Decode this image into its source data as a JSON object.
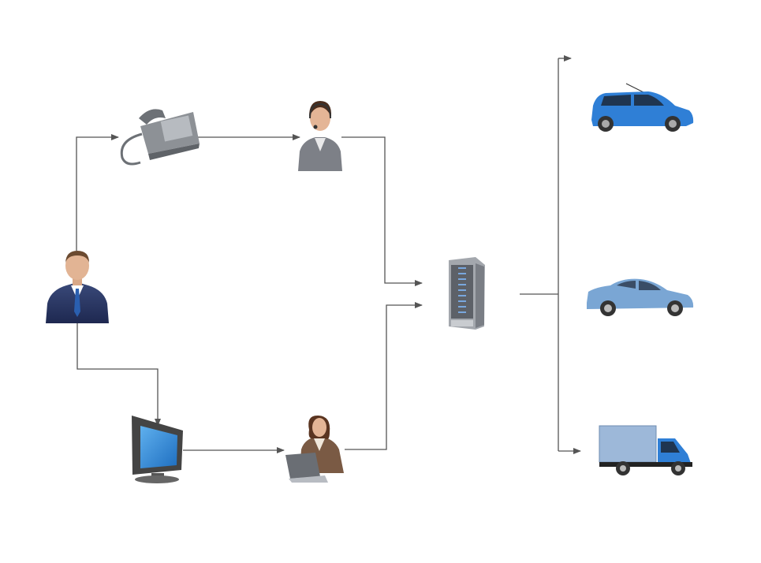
{
  "diagram": {
    "nodes": [
      {
        "id": "customer",
        "icon": "businessman-icon"
      },
      {
        "id": "phone",
        "icon": "desk-phone-icon"
      },
      {
        "id": "call-operator",
        "icon": "operator-headset-icon"
      },
      {
        "id": "computer",
        "icon": "monitor-icon"
      },
      {
        "id": "web-operator",
        "icon": "woman-laptop-icon"
      },
      {
        "id": "server",
        "icon": "server-rack-icon"
      },
      {
        "id": "car-hatchback",
        "icon": "hatchback-car-icon"
      },
      {
        "id": "car-sedan",
        "icon": "sedan-car-icon"
      },
      {
        "id": "truck",
        "icon": "delivery-truck-icon"
      }
    ],
    "edges": [
      [
        "customer",
        "phone"
      ],
      [
        "phone",
        "call-operator"
      ],
      [
        "call-operator",
        "server"
      ],
      [
        "customer",
        "computer"
      ],
      [
        "computer",
        "web-operator"
      ],
      [
        "web-operator",
        "server"
      ],
      [
        "server",
        "car-hatchback"
      ],
      [
        "server",
        "car-sedan"
      ],
      [
        "server",
        "truck"
      ]
    ]
  },
  "colors": {
    "line": "#555555",
    "car_blue": "#2f7fd6",
    "sedan_blue": "#7aa6d4",
    "truck_box": "#9db8d9"
  }
}
